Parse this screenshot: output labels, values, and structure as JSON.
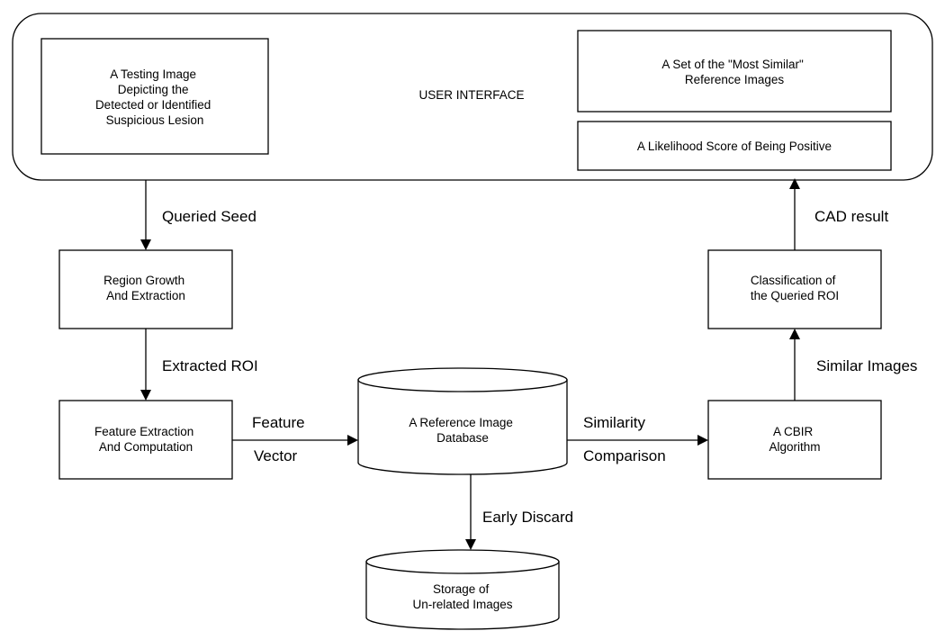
{
  "ui_panel": {
    "title": "USER INTERFACE",
    "testing_image_lines": [
      "A Testing Image",
      "Depicting the",
      "Detected or Identified",
      "Suspicious Lesion"
    ],
    "similar_images_lines": [
      "A Set of the \"Most Similar\"",
      "Reference Images"
    ],
    "likelihood_lines": [
      "A Likelihood Score of Being Positive"
    ]
  },
  "nodes": {
    "region_growth": [
      "Region Growth",
      "And Extraction"
    ],
    "feature_extraction": [
      "Feature Extraction",
      "And Computation"
    ],
    "reference_db": [
      "A Reference Image",
      "Database"
    ],
    "storage": [
      "Storage of",
      "Un-related Images"
    ],
    "cbir": [
      "A CBIR",
      "Algorithm"
    ],
    "classification": [
      "Classification of",
      "the Queried ROI"
    ]
  },
  "edges": {
    "queried_seed": "Queried Seed",
    "extracted_roi": "Extracted ROI",
    "feature": "Feature",
    "vector": "Vector",
    "similarity": "Similarity",
    "comparison": "Comparison",
    "early_discard": "Early Discard",
    "similar_images": "Similar Images",
    "cad_result": "CAD result"
  }
}
